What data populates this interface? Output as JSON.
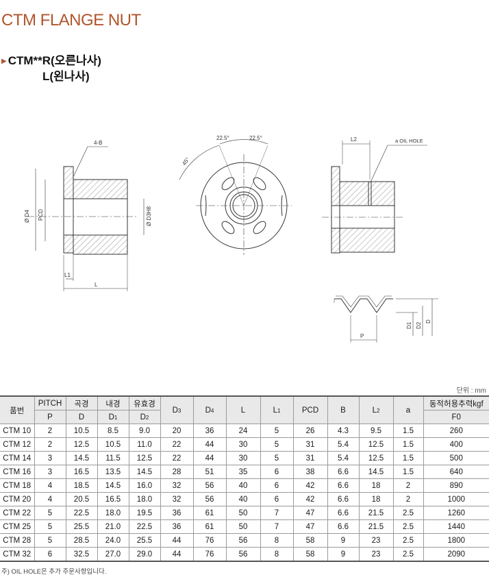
{
  "title": "CTM FLANGE NUT",
  "subtitle_r": "CTM**R(오른나사)",
  "subtitle_l": "L(왼나사)",
  "drawing_labels": {
    "four_b": "4-B",
    "d4": "Ø D4",
    "pcd": "PCD",
    "d3": "Ø D3H8",
    "l1": "L1",
    "l": "L",
    "angle_45": "45°",
    "angle_22a": "22.5°",
    "angle_22b": "22.5°",
    "l2": "L2",
    "oil_hole": "a OIL HOLE",
    "p": "P",
    "d1": "D1",
    "d2": "D2",
    "d": "D"
  },
  "unit_label": "단위 : mm",
  "table": {
    "header_top": [
      "품번",
      "PITCH",
      "곡경",
      "내경",
      "유효경",
      "D3",
      "D4",
      "L",
      "L1",
      "PCD",
      "B",
      "L2",
      "a",
      "동적허용추력kgf"
    ],
    "header_bottom": [
      "P",
      "D",
      "D1",
      "D2",
      "F0"
    ],
    "rows": [
      [
        "CTM 10",
        "2",
        "10.5",
        "8.5",
        "9.0",
        "20",
        "36",
        "24",
        "5",
        "26",
        "4.3",
        "9.5",
        "1.5",
        "260"
      ],
      [
        "CTM 12",
        "2",
        "12.5",
        "10.5",
        "11.0",
        "22",
        "44",
        "30",
        "5",
        "31",
        "5.4",
        "12.5",
        "1.5",
        "400"
      ],
      [
        "CTM 14",
        "3",
        "14.5",
        "11.5",
        "12.5",
        "22",
        "44",
        "30",
        "5",
        "31",
        "5.4",
        "12.5",
        "1.5",
        "500"
      ],
      [
        "CTM 16",
        "3",
        "16.5",
        "13.5",
        "14.5",
        "28",
        "51",
        "35",
        "6",
        "38",
        "6.6",
        "14.5",
        "1.5",
        "640"
      ],
      [
        "CTM 18",
        "4",
        "18.5",
        "14.5",
        "16.0",
        "32",
        "56",
        "40",
        "6",
        "42",
        "6.6",
        "18",
        "2",
        "890"
      ],
      [
        "CTM 20",
        "4",
        "20.5",
        "16.5",
        "18.0",
        "32",
        "56",
        "40",
        "6",
        "42",
        "6.6",
        "18",
        "2",
        "1000"
      ],
      [
        "CTM 22",
        "5",
        "22.5",
        "18.0",
        "19.5",
        "36",
        "61",
        "50",
        "7",
        "47",
        "6.6",
        "21.5",
        "2.5",
        "1260"
      ],
      [
        "CTM 25",
        "5",
        "25.5",
        "21.0",
        "22.5",
        "36",
        "61",
        "50",
        "7",
        "47",
        "6.6",
        "21.5",
        "2.5",
        "1440"
      ],
      [
        "CTM 28",
        "5",
        "28.5",
        "24.0",
        "25.5",
        "44",
        "76",
        "56",
        "8",
        "58",
        "9",
        "23",
        "2.5",
        "1800"
      ],
      [
        "CTM 32",
        "6",
        "32.5",
        "27.0",
        "29.0",
        "44",
        "76",
        "56",
        "8",
        "58",
        "9",
        "23",
        "2.5",
        "2090"
      ]
    ]
  },
  "note": "주) OIL HOLE은 추가 주문사항입니다."
}
